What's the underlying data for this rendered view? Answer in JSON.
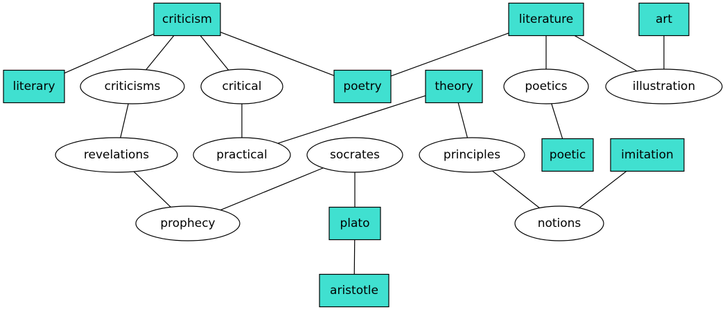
{
  "colors": {
    "box_fill": "#40e0d0",
    "oval_fill": "#ffffff",
    "line": "#000000"
  },
  "nodes": {
    "criticism": {
      "label": "criticism",
      "shape": "box"
    },
    "literature": {
      "label": "literature",
      "shape": "box"
    },
    "art": {
      "label": "art",
      "shape": "box"
    },
    "literary": {
      "label": "literary",
      "shape": "box"
    },
    "criticisms": {
      "label": "criticisms",
      "shape": "ellipse"
    },
    "critical": {
      "label": "critical",
      "shape": "ellipse"
    },
    "poetry": {
      "label": "poetry",
      "shape": "box"
    },
    "theory": {
      "label": "theory",
      "shape": "box"
    },
    "poetics": {
      "label": "poetics",
      "shape": "ellipse"
    },
    "illustration": {
      "label": "illustration",
      "shape": "ellipse"
    },
    "revelations": {
      "label": "revelations",
      "shape": "ellipse"
    },
    "practical": {
      "label": "practical",
      "shape": "ellipse"
    },
    "socrates": {
      "label": "socrates",
      "shape": "ellipse"
    },
    "principles": {
      "label": "principles",
      "shape": "ellipse"
    },
    "poetic": {
      "label": "poetic",
      "shape": "box"
    },
    "imitation": {
      "label": "imitation",
      "shape": "box"
    },
    "prophecy": {
      "label": "prophecy",
      "shape": "ellipse"
    },
    "plato": {
      "label": "plato",
      "shape": "box"
    },
    "notions": {
      "label": "notions",
      "shape": "ellipse"
    },
    "aristotle": {
      "label": "aristotle",
      "shape": "box"
    }
  },
  "edges": [
    [
      "criticism",
      "literary"
    ],
    [
      "criticism",
      "criticisms"
    ],
    [
      "criticism",
      "critical"
    ],
    [
      "criticism",
      "poetry"
    ],
    [
      "literature",
      "poetry"
    ],
    [
      "literature",
      "poetics"
    ],
    [
      "literature",
      "illustration"
    ],
    [
      "art",
      "illustration"
    ],
    [
      "criticisms",
      "revelations"
    ],
    [
      "critical",
      "practical"
    ],
    [
      "theory",
      "practical"
    ],
    [
      "theory",
      "principles"
    ],
    [
      "poetics",
      "poetic"
    ],
    [
      "revelations",
      "prophecy"
    ],
    [
      "socrates",
      "prophecy"
    ],
    [
      "socrates",
      "plato"
    ],
    [
      "principles",
      "notions"
    ],
    [
      "imitation",
      "notions"
    ],
    [
      "plato",
      "aristotle"
    ]
  ]
}
